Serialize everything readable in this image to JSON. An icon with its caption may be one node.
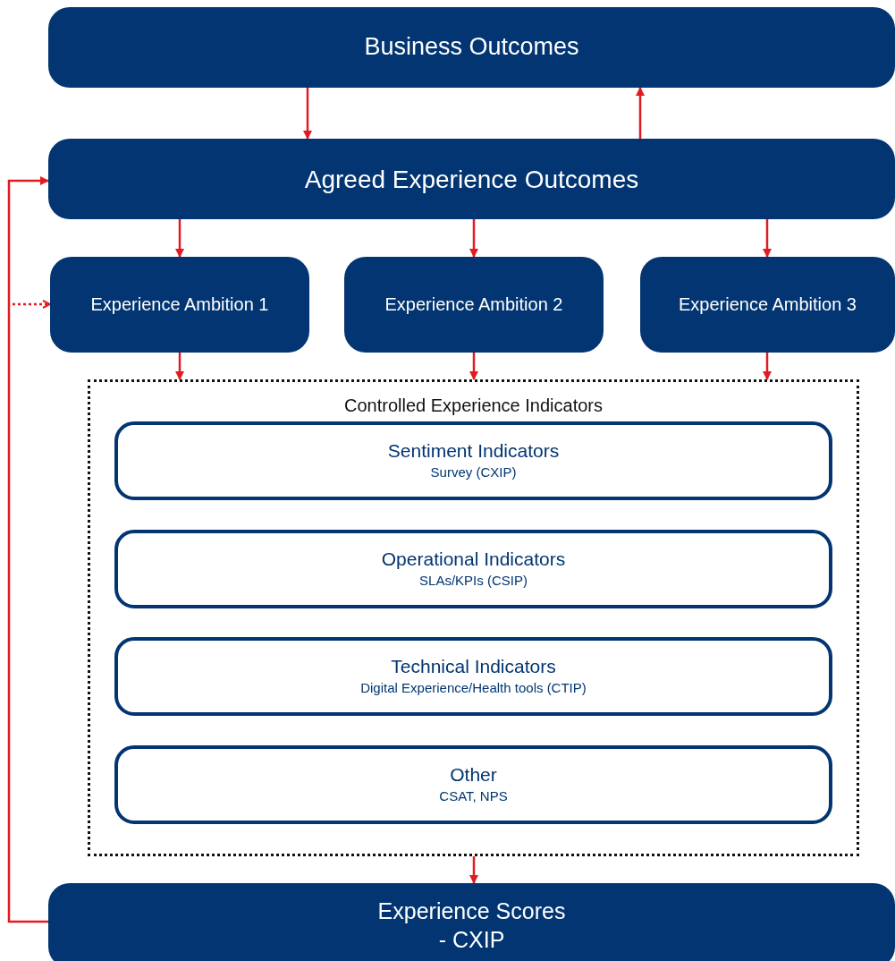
{
  "diagram": {
    "nodes": [
      {
        "text": [
          "Business Outcomes"
        ]
      },
      {
        "text": [
          "Agreed Experience Outcomes"
        ]
      },
      {
        "text": [
          "Experience Ambition 1"
        ]
      },
      {
        "text": [
          "Experience Ambition 2"
        ]
      },
      {
        "text": [
          "Experience Ambition 3"
        ]
      },
      {
        "text": [
          "Controlled Experience Indicators"
        ]
      },
      {
        "text": [
          "Sentiment Indicators",
          "Survey (CXIP)"
        ],
        "in": 5
      },
      {
        "text": [
          "Operational Indicators",
          "SLAs/KPIs (CSIP)"
        ],
        "in": 5
      },
      {
        "text": [
          "Technical Indicators",
          "Digital Experience/Health tools (CTIP)"
        ],
        "in": 5
      },
      {
        "text": [
          "Other",
          "CSAT, NPS"
        ],
        "in": 5
      },
      {
        "text": [
          "Experience Scores",
          "- CXIP"
        ]
      }
    ],
    "edges": [
      {
        "from": 0,
        "to": 1,
        "arrow": "to"
      },
      {
        "from": 1,
        "to": 0,
        "arrow": "to"
      },
      {
        "from": 1,
        "to": 2,
        "arrow": "to"
      },
      {
        "from": 1,
        "to": 3,
        "arrow": "to"
      },
      {
        "from": 1,
        "to": 4,
        "arrow": "to"
      },
      {
        "from": 2,
        "to": 5,
        "arrow": "to"
      },
      {
        "from": 3,
        "to": 5,
        "arrow": "to"
      },
      {
        "from": 4,
        "to": 5,
        "arrow": "to"
      },
      {
        "from": 5,
        "to": 10,
        "arrow": "to"
      },
      {
        "from": 10,
        "to": 1,
        "arrow": "to"
      },
      {
        "from": null,
        "to": 2,
        "arrow": "to",
        "style": "dashed"
      }
    ]
  }
}
